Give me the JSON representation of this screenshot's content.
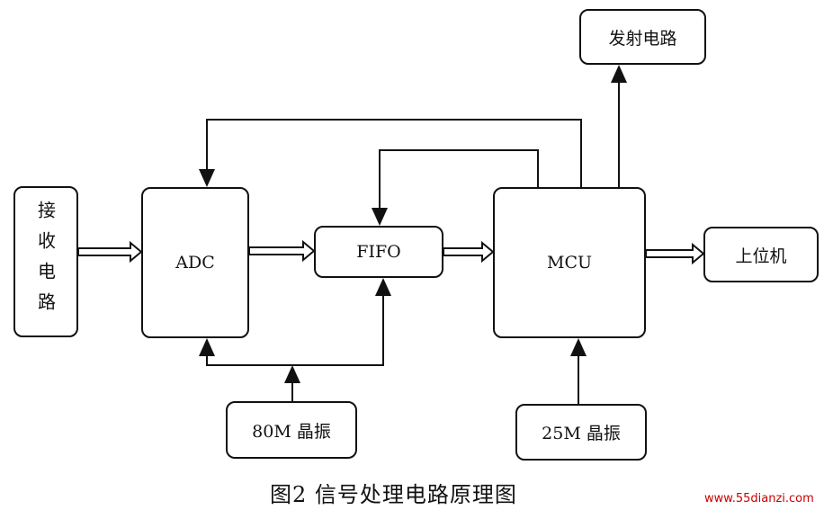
{
  "diagram": {
    "blocks": {
      "receiver": "接收电路",
      "adc": "ADC",
      "fifo": "FIFO",
      "mcu": "MCU",
      "transmitter": "发射电路",
      "host": "上位机",
      "osc80": "80M 晶振",
      "osc25": "25M 晶振"
    },
    "caption": "图2  信号处理电路原理图",
    "watermark": "www.55dianzi.com"
  }
}
